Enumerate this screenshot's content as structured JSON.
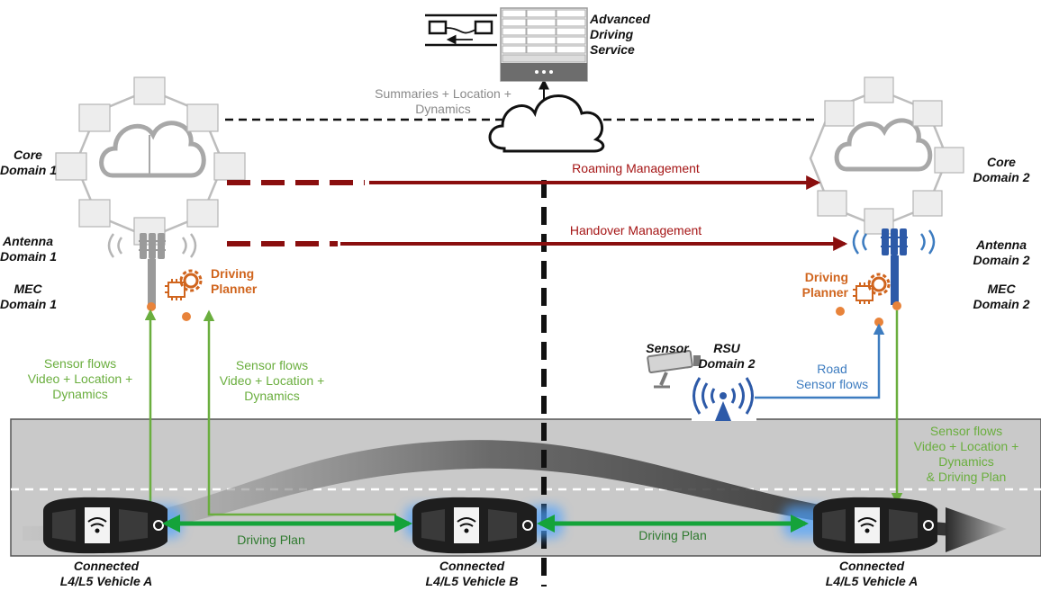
{
  "service": {
    "title_lines": [
      "Advanced",
      "Driving",
      "Service"
    ]
  },
  "summaries_label_lines": [
    "Summaries + Location +",
    "Dynamics"
  ],
  "core1_lines": [
    "Core",
    "Domain 1"
  ],
  "core2_lines": [
    "Core",
    "Domain 2"
  ],
  "roaming_label": "Roaming Management",
  "handover_label": "Handover Management",
  "antenna1_lines": [
    "Antenna",
    "Domain 1"
  ],
  "antenna2_lines": [
    "Antenna",
    "Domain 2"
  ],
  "mec1_lines": [
    "MEC",
    "Domain 1"
  ],
  "mec2_lines": [
    "MEC",
    "Domain 2"
  ],
  "planner1_lines": [
    "Driving",
    "Planner"
  ],
  "planner2_lines": [
    "Driving",
    "Planner"
  ],
  "sensor_flow_a_lines": [
    "Sensor flows",
    "Video + Location +",
    "Dynamics"
  ],
  "sensor_flow_b_lines": [
    "Sensor flows",
    "Video + Location +",
    "Dynamics"
  ],
  "sensor_flow_c_lines": [
    "Sensor flows",
    "Video + Location +",
    "Dynamics",
    "& Driving Plan"
  ],
  "sensor_label": "Sensor",
  "rsu_lines": [
    "RSU",
    "Domain 2"
  ],
  "road_sensor_lines": [
    "Road",
    "Sensor flows"
  ],
  "driving_plan_1": "Driving Plan",
  "driving_plan_2": "Driving Plan",
  "vehicle_a_left_lines": [
    "Connected",
    "L4/L5 Vehicle A"
  ],
  "vehicle_b_lines": [
    "Connected",
    "L4/L5 Vehicle B"
  ],
  "vehicle_a_right_lines": [
    "Connected",
    "L4/L5 Vehicle A"
  ],
  "colors": {
    "green": "#6aae3e",
    "blue": "#3d7cc0",
    "orange": "#d0651e",
    "dark_red": "#8a0e0e",
    "road": "#c9c9c9"
  }
}
